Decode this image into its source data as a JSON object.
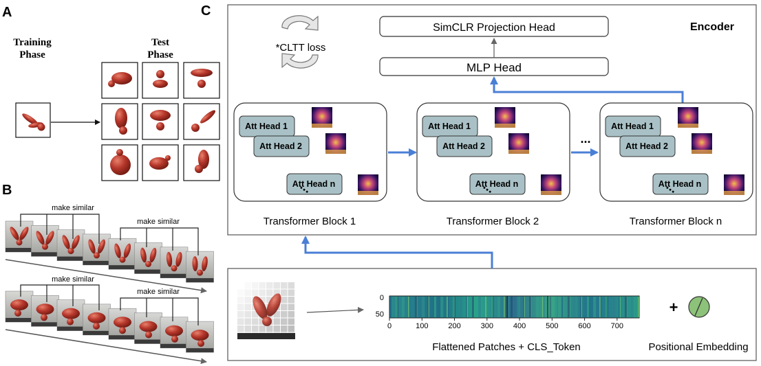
{
  "panels": {
    "a": "A",
    "b": "B",
    "c": "C"
  },
  "panel_a": {
    "training_label": [
      "Training",
      "Phase"
    ],
    "test_label": [
      "Test",
      "Phase"
    ]
  },
  "panel_b": {
    "make_similar": "make similar"
  },
  "panel_c": {
    "encoder_label": "Encoder",
    "simclr_head": "SimCLR Projection Head",
    "mlp_head": "MLP Head",
    "loss_label": "*CLTT loss",
    "blocks": [
      {
        "title": "Transformer Block 1",
        "heads": [
          "Att Head 1",
          "Att Head 2",
          "Att Head n"
        ]
      },
      {
        "title": "Transformer Block 2",
        "heads": [
          "Att Head 1",
          "Att Head 2",
          "Att Head n"
        ]
      },
      {
        "title": "Transformer Block n",
        "heads": [
          "Att Head 1",
          "Att Head 2",
          "Att Head n"
        ]
      }
    ],
    "ellipsis": "...",
    "flattened_label": "Flattened Patches + CLS_Token",
    "plus": "+",
    "positional_label": "Positional Embedding",
    "heatmap_axis": {
      "y_ticks": [
        "0",
        "50"
      ],
      "x_ticks": [
        "0",
        "100",
        "200",
        "300",
        "400",
        "500",
        "600",
        "700"
      ]
    }
  },
  "colors": {
    "accent_blue": "#4a7fd6",
    "att_head_fill": "#a9c1c6",
    "object_red": "#b5362a",
    "embedding_green": "#8cc279"
  }
}
